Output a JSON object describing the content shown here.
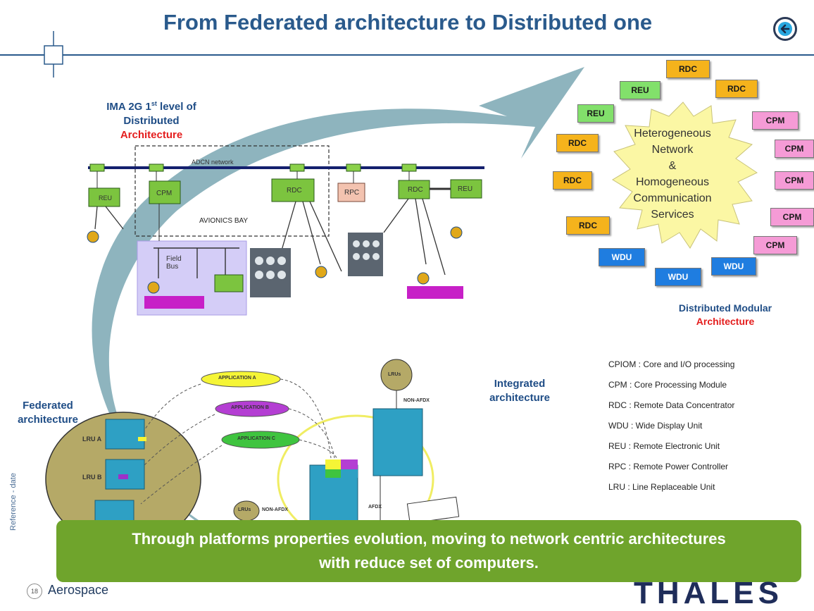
{
  "slide": {
    "title": "From Federated architecture to Distributed one",
    "back_icon": "back-arrow-icon"
  },
  "ima": {
    "line1": "IMA 2G 1",
    "sup": "st",
    "line1_rest": " level of",
    "line2": "Distributed",
    "line3": "Architecture",
    "network_label": "ADCN network",
    "bay_label": "AVIONICS BAY",
    "cpm_label": "CPM",
    "rdc_label": "RDC",
    "rpc_label": "RPC",
    "reu_label": "REU",
    "fieldbus_label": "Field Bus"
  },
  "distributed": {
    "cloud_lines": [
      "Heterogeneous",
      "Network",
      "&",
      "Homogeneous",
      "Communication",
      "Services"
    ],
    "nodes": {
      "rdc": "RDC",
      "reu": "REU",
      "cpm": "CPM",
      "wdu": "WDU"
    },
    "caption1": "Distributed Modular",
    "caption2": "Architecture"
  },
  "federated": {
    "caption1": "Federated",
    "caption2": "architecture",
    "lru_a": "LRU A",
    "lru_b": "LRU B",
    "app_a": "APPLICATION A",
    "app_b": "APPLICATION B",
    "app_c": "APPLICATION C",
    "lrus": "LRUs",
    "non_afdx": "NON-AFDX",
    "afdx": "AFDX"
  },
  "integrated": {
    "caption1": "Integrated",
    "caption2": "architecture"
  },
  "legend": [
    "CPIOM : Core and I/O processing",
    "CPM : Core Processing Module",
    "RDC : Remote Data Concentrator",
    "WDU : Wide Display Unit",
    "REU : Remote Electronic Unit",
    "RPC : Remote Power Controller",
    "LRU : Line Replaceable Unit"
  ],
  "banner": {
    "line1": "Through platforms properties evolution, moving to network centric architectures",
    "line2": "with reduce set of computers."
  },
  "footer": {
    "page_number": "18",
    "company": "Aerospace",
    "side_label": "Reference - date",
    "logo_text": "THALES"
  },
  "colors": {
    "title": "#2a5a8c",
    "rdc": "#f5b31c",
    "reu": "#82e06b",
    "cpm": "#f59bd6",
    "wdu": "#1f7de0",
    "banner": "#6fa42c",
    "accent_red": "#e41e1e"
  }
}
